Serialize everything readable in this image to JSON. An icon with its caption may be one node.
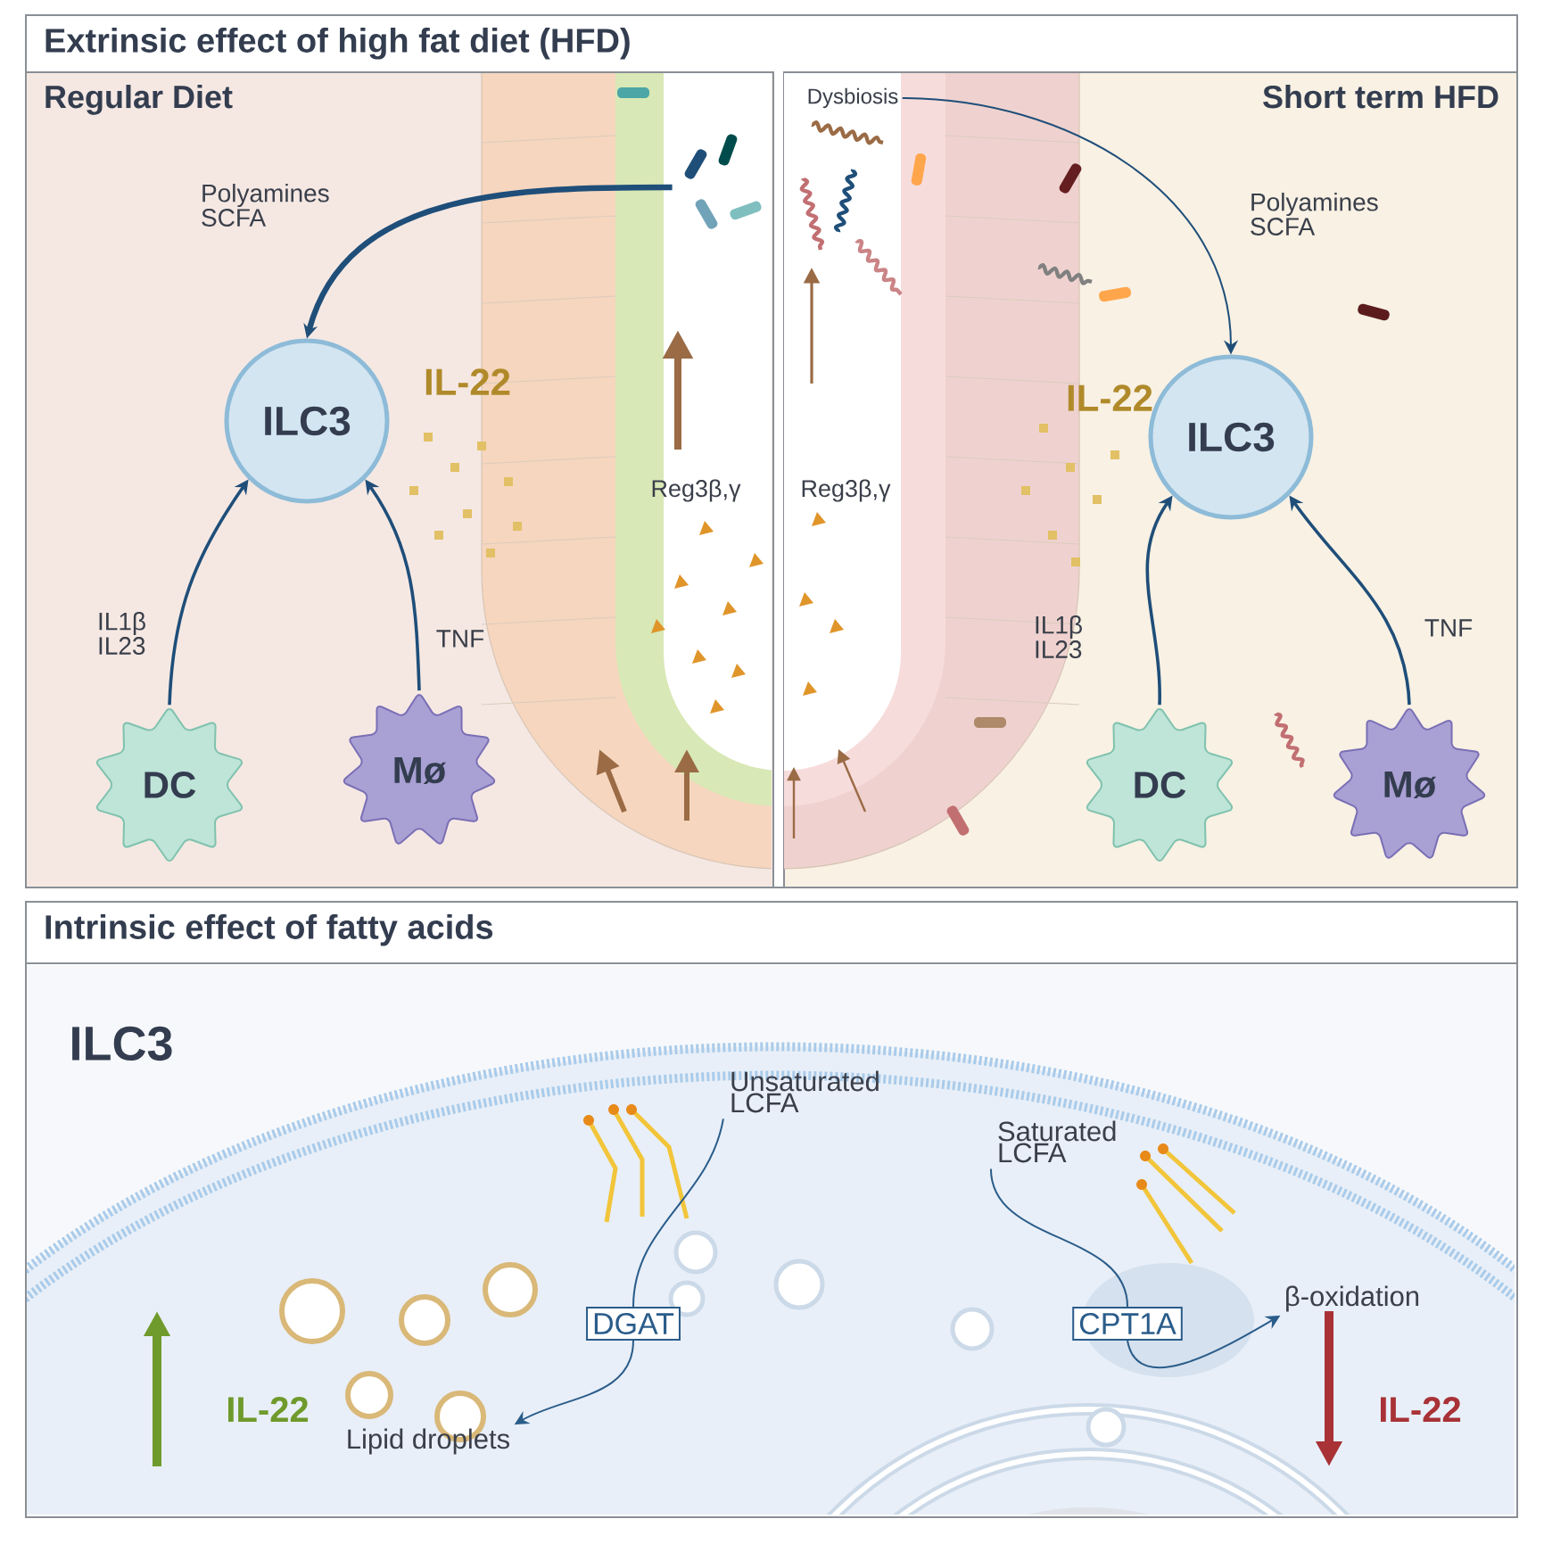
{
  "diagram": {
    "nodes": [
      {
        "text": [
          "Extrinsic effect of high fat diet (HFD)"
        ]
      },
      {
        "text": [
          "Regular Diet"
        ],
        "in": 0
      },
      {
        "text": [
          "Short term HFD"
        ],
        "in": 0
      },
      {
        "text": [
          "ILC3"
        ],
        "in": 1,
        "beside": [
          "IL-22"
        ]
      },
      {
        "text": [
          "DC"
        ],
        "in": 1
      },
      {
        "text": [
          "Mø"
        ],
        "in": 1
      },
      {
        "text": [],
        "shape": "picture",
        "in": 1
      },
      {
        "text": [
          "Dysbiosis"
        ],
        "in": 2
      },
      {
        "text": [
          "ILC3"
        ],
        "in": 2,
        "beside": [
          "IL-22"
        ]
      },
      {
        "text": [
          "DC"
        ],
        "in": 2
      },
      {
        "text": [
          "Mø"
        ],
        "in": 2
      },
      {
        "text": [
          "Intrinsic effect of fatty acids"
        ]
      },
      {
        "text": [
          "Unsaturated LCFA"
        ],
        "in": 11
      },
      {
        "text": [
          "DGAT"
        ],
        "in": 11
      },
      {
        "text": [
          "Lipid droplets"
        ],
        "in": 11
      },
      {
        "text": [
          "Saturated LCFA"
        ],
        "in": 11
      },
      {
        "text": [
          "CPT1A"
        ],
        "in": 11
      },
      {
        "text": [
          "β-oxidation"
        ],
        "in": 11
      }
    ],
    "edges": [
      {
        "from": 6,
        "to": 3,
        "arrow": "to",
        "label": "Polyamines SCFA",
        "style": "thick"
      },
      {
        "from": 4,
        "to": 3,
        "arrow": "to",
        "label": "IL1β IL23"
      },
      {
        "from": 5,
        "to": 3,
        "arrow": "to",
        "label": "TNF"
      },
      {
        "from": 7,
        "to": 8,
        "arrow": "to",
        "label": "Polyamines SCFA"
      },
      {
        "from": 9,
        "to": 8,
        "arrow": "to",
        "label": "IL1β IL23"
      },
      {
        "from": 10,
        "to": 8,
        "arrow": "to",
        "label": "TNF"
      },
      {
        "from": 12,
        "to": 13,
        "arrow": "none"
      },
      {
        "from": 13,
        "to": 14,
        "arrow": "to"
      },
      {
        "from": 15,
        "to": 16,
        "arrow": "none"
      },
      {
        "from": 16,
        "to": 17,
        "arrow": "to"
      }
    ],
    "labels": [
      "Reg3β,γ",
      "Reg3β,γ",
      "ILC3",
      "IL-22",
      "IL-22"
    ]
  }
}
